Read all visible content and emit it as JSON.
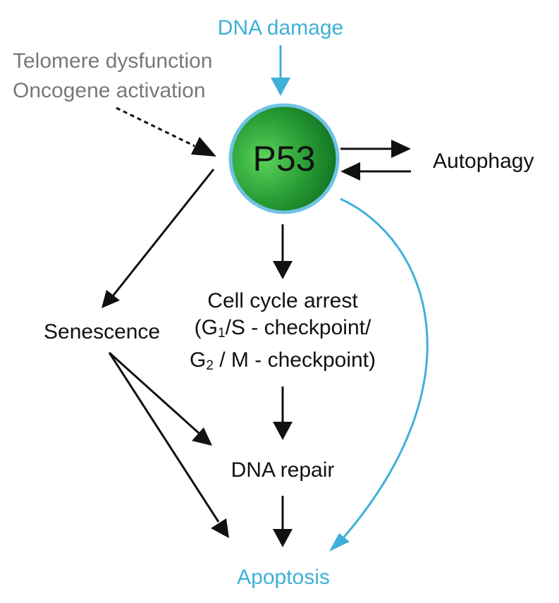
{
  "nodes": {
    "dna_damage": "DNA damage",
    "telomere": "Telomere dysfunction",
    "oncogene": "Oncogene activation",
    "p53": "P53",
    "autophagy": "Autophagy",
    "senescence": "Senescence",
    "cell_cycle": {
      "line1": "Cell cycle arrest",
      "line2_open": "(G",
      "g1_sub": "1",
      "line2_rest": "/S - checkpoint/",
      "line3_g": "G",
      "g2_sub": "2",
      "line3_rest": " / M - checkpoint)"
    },
    "dna_repair": "DNA repair",
    "apoptosis": "Apoptosis"
  },
  "colors": {
    "accent_blue": "#3fb0d8",
    "inhibitor_grey": "#77787b",
    "arrow_black": "#111111",
    "p53_green_light": "#5cd35c",
    "p53_green_dark": "#0f6a1f",
    "p53_rim": "#6ec3e4"
  }
}
